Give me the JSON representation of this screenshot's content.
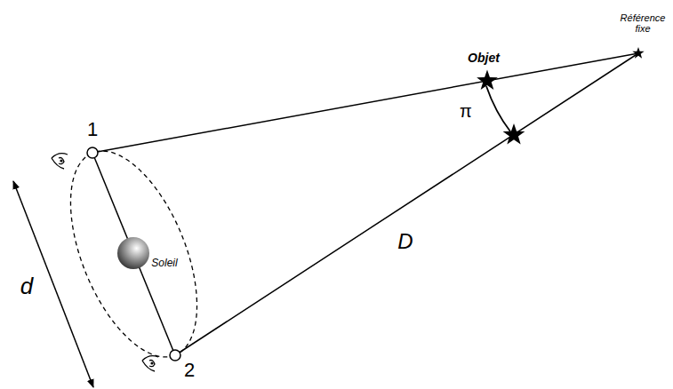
{
  "diagram": {
    "labels": [
      "1",
      "2",
      "d",
      "Soleil",
      "D",
      "π",
      "Objet",
      "Référence fixe"
    ]
  }
}
